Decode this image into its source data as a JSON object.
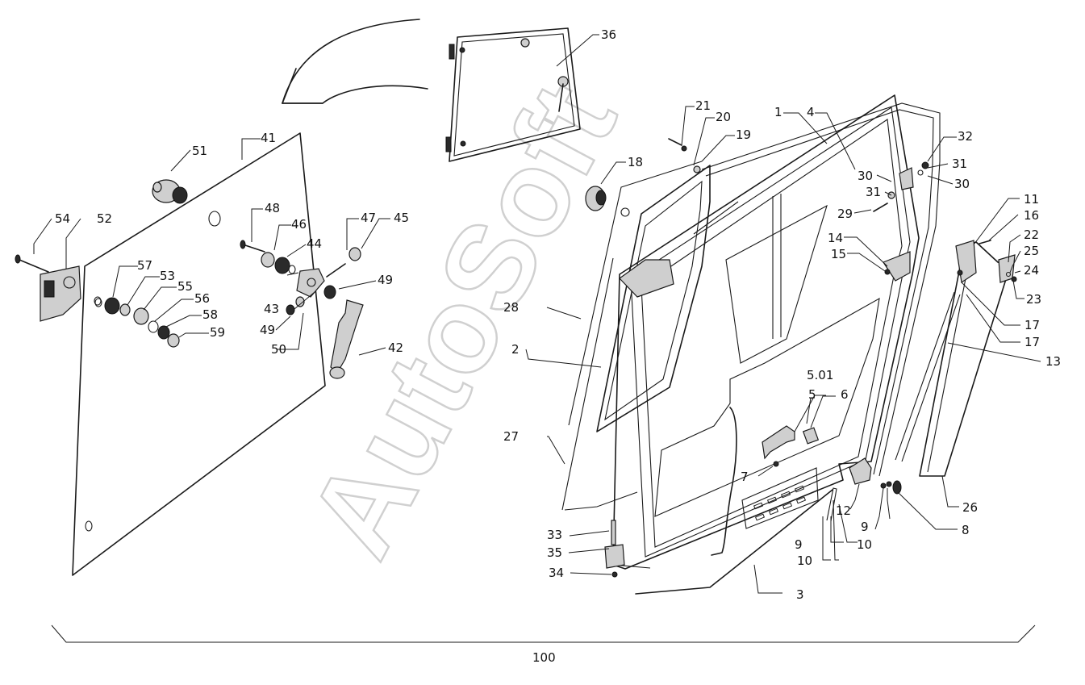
{
  "watermark": "AutoSoft",
  "assembly_label": "100",
  "labels": [
    {
      "id": "1",
      "text": "1"
    },
    {
      "id": "2",
      "text": "2"
    },
    {
      "id": "3",
      "text": "3"
    },
    {
      "id": "4",
      "text": "4"
    },
    {
      "id": "5",
      "text": "5"
    },
    {
      "id": "5.01",
      "text": "5.01"
    },
    {
      "id": "6",
      "text": "6"
    },
    {
      "id": "7",
      "text": "7"
    },
    {
      "id": "8",
      "text": "8"
    },
    {
      "id": "9a",
      "text": "9"
    },
    {
      "id": "9b",
      "text": "9"
    },
    {
      "id": "10a",
      "text": "10"
    },
    {
      "id": "10b",
      "text": "10"
    },
    {
      "id": "11",
      "text": "11"
    },
    {
      "id": "12",
      "text": "12"
    },
    {
      "id": "13",
      "text": "13"
    },
    {
      "id": "14",
      "text": "14"
    },
    {
      "id": "15",
      "text": "15"
    },
    {
      "id": "16",
      "text": "16"
    },
    {
      "id": "17a",
      "text": "17"
    },
    {
      "id": "17b",
      "text": "17"
    },
    {
      "id": "18",
      "text": "18"
    },
    {
      "id": "19",
      "text": "19"
    },
    {
      "id": "20",
      "text": "20"
    },
    {
      "id": "21",
      "text": "21"
    },
    {
      "id": "22",
      "text": "22"
    },
    {
      "id": "23",
      "text": "23"
    },
    {
      "id": "24",
      "text": "24"
    },
    {
      "id": "25",
      "text": "25"
    },
    {
      "id": "26",
      "text": "26"
    },
    {
      "id": "27",
      "text": "27"
    },
    {
      "id": "28",
      "text": "28"
    },
    {
      "id": "29",
      "text": "29"
    },
    {
      "id": "30a",
      "text": "30"
    },
    {
      "id": "30b",
      "text": "30"
    },
    {
      "id": "31a",
      "text": "31"
    },
    {
      "id": "31b",
      "text": "31"
    },
    {
      "id": "32",
      "text": "32"
    },
    {
      "id": "33",
      "text": "33"
    },
    {
      "id": "34",
      "text": "34"
    },
    {
      "id": "35",
      "text": "35"
    },
    {
      "id": "36",
      "text": "36"
    },
    {
      "id": "41",
      "text": "41"
    },
    {
      "id": "42",
      "text": "42"
    },
    {
      "id": "43",
      "text": "43"
    },
    {
      "id": "44",
      "text": "44"
    },
    {
      "id": "45",
      "text": "45"
    },
    {
      "id": "46",
      "text": "46"
    },
    {
      "id": "47",
      "text": "47"
    },
    {
      "id": "48",
      "text": "48"
    },
    {
      "id": "49a",
      "text": "49"
    },
    {
      "id": "49b",
      "text": "49"
    },
    {
      "id": "50",
      "text": "50"
    },
    {
      "id": "51",
      "text": "51"
    },
    {
      "id": "52",
      "text": "52"
    },
    {
      "id": "53",
      "text": "53"
    },
    {
      "id": "54",
      "text": "54"
    },
    {
      "id": "55",
      "text": "55"
    },
    {
      "id": "56",
      "text": "56"
    },
    {
      "id": "57",
      "text": "57"
    },
    {
      "id": "58",
      "text": "58"
    },
    {
      "id": "59",
      "text": "59"
    }
  ]
}
